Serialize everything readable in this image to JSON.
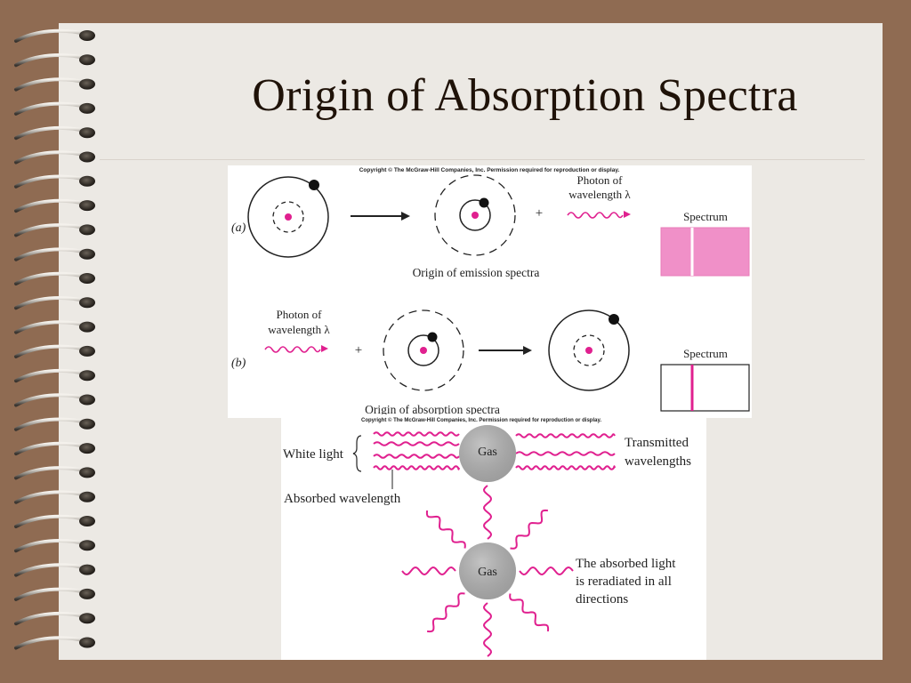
{
  "slide": {
    "title": "Origin of Absorption Spectra"
  },
  "panel_top": {
    "copyright": "Copyright © The McGraw-Hill Companies, Inc. Permission required for reproduction or display.",
    "row_a": {
      "label": "(a)",
      "plus": "+",
      "photon_line1": "Photon of",
      "photon_line2": "wavelength λ",
      "spectrum_label": "Spectrum",
      "caption": "Origin of emission spectra"
    },
    "row_b": {
      "label": "(b)",
      "plus": "+",
      "photon_line1": "Photon of",
      "photon_line2": "wavelength λ",
      "spectrum_label": "Spectrum",
      "caption": "Origin of absorption spectra"
    }
  },
  "panel_bottom": {
    "copyright": "Copyright © The McGraw-Hill Companies, Inc. Permission required for reproduction or display.",
    "white_light": "White light",
    "gas_top": "Gas",
    "transmitted_line1": "Transmitted",
    "transmitted_line2": "wavelengths",
    "absorbed_wavelength": "Absorbed wavelength",
    "gas_bottom": "Gas",
    "reradiated_line1": "The absorbed light",
    "reradiated_line2": "is reradiated in all",
    "reradiated_line3": "directions"
  },
  "colors": {
    "background": "#8f6b52",
    "page": "#ece9e4",
    "magenta": "#e0208f",
    "pink_fill": "#f090c8",
    "gas_gray": "#a8a8a8"
  }
}
